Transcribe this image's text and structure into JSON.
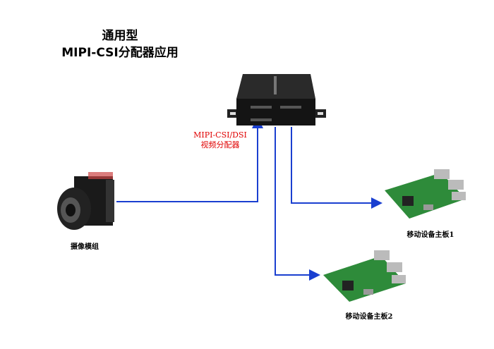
{
  "title": {
    "line1": "通用型",
    "line2": "MIPI-CSI分配器应用"
  },
  "splitter": {
    "label_line1": "MIPI-CSI/DSI",
    "label_line2": "视频分配器"
  },
  "camera": {
    "label": "摄像模组"
  },
  "board1": {
    "label": "移动设备主板1"
  },
  "board2": {
    "label": "移动设备主板2"
  },
  "colors": {
    "line": "#1a3fd0",
    "label_red": "#e00000",
    "board": "#2e8b3a"
  }
}
